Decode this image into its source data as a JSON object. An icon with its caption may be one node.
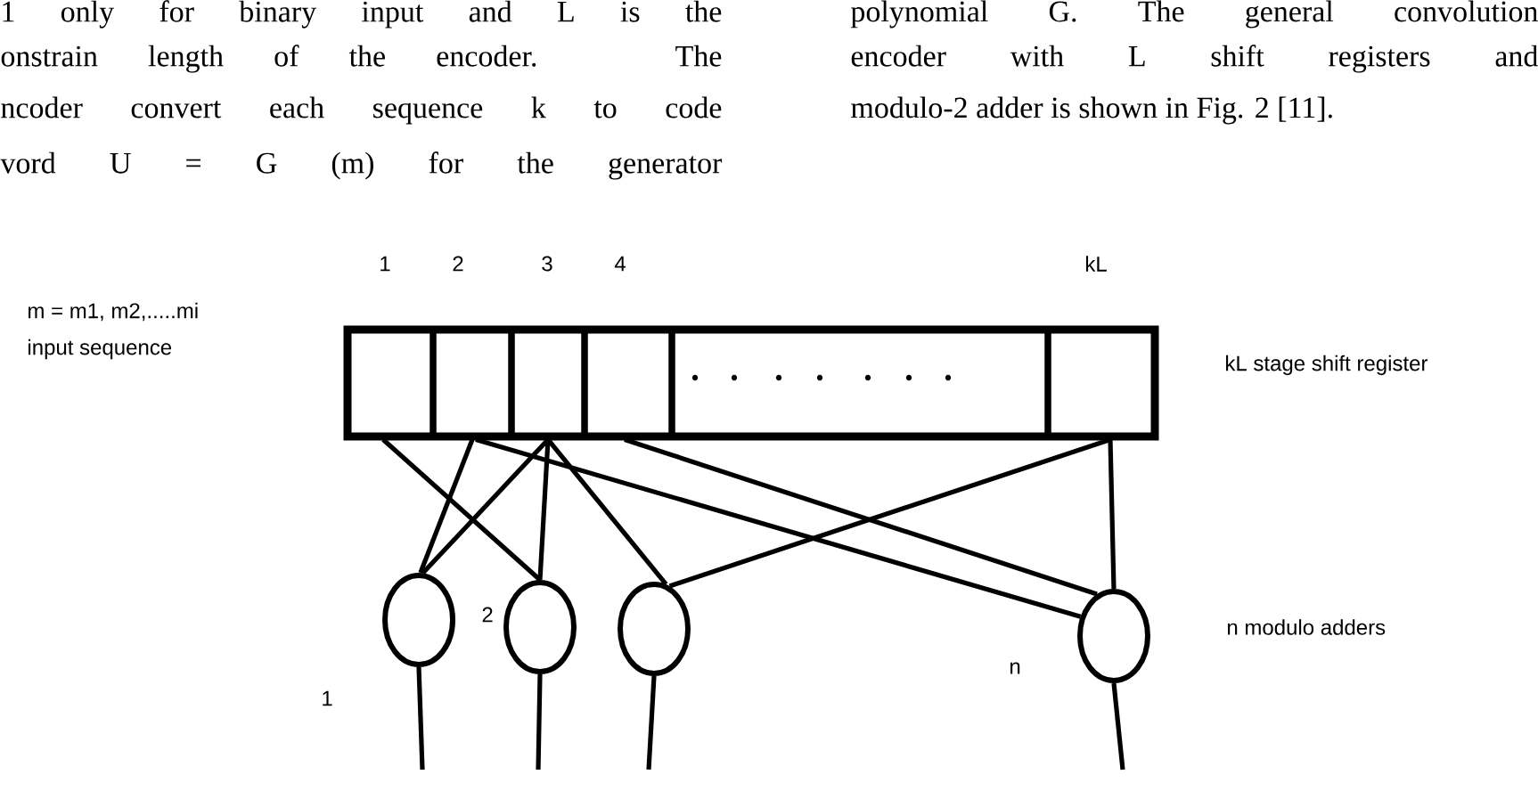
{
  "diagram": {
    "nodes": [
      {
        "text": [],
        "shape": "box",
        "beside": [
          "kL stage shift register"
        ]
      },
      {
        "text": [
          "1"
        ],
        "in": 0
      },
      {
        "text": [
          "2"
        ],
        "in": 0
      },
      {
        "text": [
          "3"
        ],
        "in": 0
      },
      {
        "text": [
          "4"
        ],
        "in": 0
      },
      {
        "text": [],
        "shape": "box",
        "in": 0
      },
      {
        "text": [
          "kL"
        ],
        "in": 0
      },
      {
        "text": [],
        "shape": "circle",
        "beside": [
          "1"
        ]
      },
      {
        "text": [],
        "shape": "circle",
        "beside": [
          "2"
        ]
      },
      {
        "text": [],
        "shape": "circle"
      },
      {
        "text": [],
        "shape": "circle",
        "beside": [
          "n"
        ]
      }
    ],
    "edges": [
      {
        "from": 1,
        "to": 8,
        "arrow": "none"
      },
      {
        "from": 2,
        "to": 7,
        "arrow": "none"
      },
      {
        "from": 2,
        "to": 10,
        "arrow": "none"
      },
      {
        "from": 3,
        "to": 7,
        "arrow": "none"
      },
      {
        "from": 3,
        "to": 8,
        "arrow": "none"
      },
      {
        "from": 3,
        "to": 9,
        "arrow": "none"
      },
      {
        "from": 4,
        "to": 10,
        "arrow": "none"
      },
      {
        "from": 6,
        "to": 9,
        "arrow": "none"
      },
      {
        "from": 6,
        "to": 10,
        "arrow": "none"
      },
      {
        "from": 7,
        "to": null,
        "arrow": "none"
      },
      {
        "from": 8,
        "to": null,
        "arrow": "none"
      },
      {
        "from": 9,
        "to": null,
        "arrow": "none"
      },
      {
        "from": 10,
        "to": null,
        "arrow": "none"
      }
    ],
    "labels": [
      "1 only for binary input and L is the",
      "onstrain length of the encoder. The",
      "ncoder convert each sequence k to code",
      "vord U = G (m) for the generator",
      "polynomial G. The general convolution",
      "encoder with L shift registers and",
      "modulo-2 adder is shown in Fig. 2 [11].",
      "m = m1, m2,.....mi",
      "input sequence",
      "n modulo adders"
    ]
  }
}
